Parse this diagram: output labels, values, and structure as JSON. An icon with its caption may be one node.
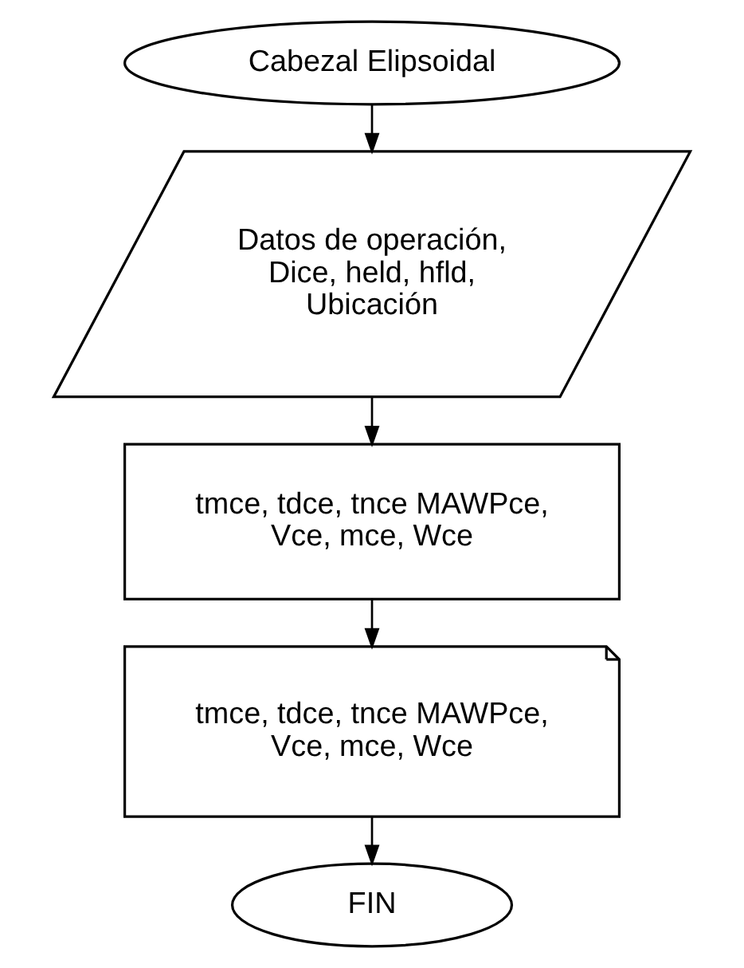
{
  "diagram": {
    "nodes": [
      {
        "text": [
          "Cabezal Elipsoidal"
        ]
      },
      {
        "text": [
          "Datos de operación, Dice, held, hfld, Ubicación"
        ]
      },
      {
        "text": [
          "tmce, tdce, tnce MAWPce, Vce, mce, Wce"
        ]
      },
      {
        "text": [
          "tmce, tdce, tnce MAWPce, Vce, mce, Wce"
        ]
      },
      {
        "text": [
          "FIN"
        ]
      }
    ],
    "edges": [
      {
        "from": 0,
        "to": 1,
        "arrow": "to"
      },
      {
        "from": 1,
        "to": 2,
        "arrow": "to"
      },
      {
        "from": 2,
        "to": 3,
        "arrow": "to"
      },
      {
        "from": 3,
        "to": 4,
        "arrow": "to"
      }
    ]
  }
}
